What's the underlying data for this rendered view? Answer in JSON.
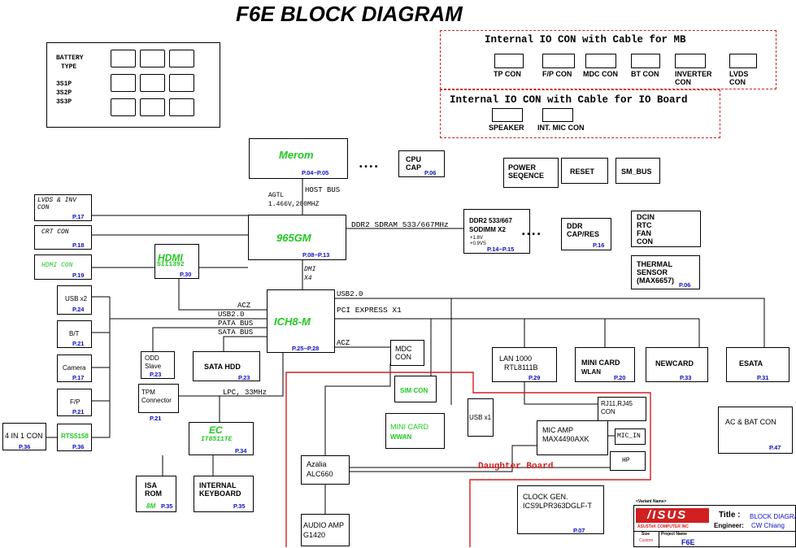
{
  "title": "F6E  BLOCK DIAGRAM",
  "battery": {
    "label1": "BATTERY",
    "label2": "TYPE",
    "types": [
      "3S1P",
      "3S2P",
      "3S3P"
    ]
  },
  "io_mb": {
    "title": "Internal IO CON with Cable for MB",
    "connectors": [
      "TP CON",
      "F/P CON",
      "MDC CON",
      "BT CON",
      "INVERTER CON",
      "LVDS CON"
    ]
  },
  "io_board": {
    "title": "Internal IO CON with Cable for IO Board",
    "connectors": [
      "SPEAKER",
      "INT. MIC CON"
    ]
  },
  "blocks": {
    "merom": {
      "name": "Merom",
      "page": "P.04~P.05"
    },
    "cpu_cap": {
      "name": "CPU CAP",
      "page": "P.06"
    },
    "power_seq": {
      "name": "POWER SEQENCE"
    },
    "reset": {
      "name": "RESET"
    },
    "sm_bus": {
      "name": "SM_BUS"
    },
    "gm965": {
      "name": "965GM",
      "page": "P.08~P.13"
    },
    "ddr2": {
      "line1": "DDR2 533/667",
      "line2": "SODIMM X2",
      "v1": "+1.8V",
      "v2": "+0.9VS",
      "page": "P.14~P.15"
    },
    "ddr_cap": {
      "name": "DDR CAP/RES",
      "page": "P.16"
    },
    "dcin": {
      "lines": [
        "DCIN",
        "RTC",
        "FAN",
        "CON"
      ]
    },
    "thermal": {
      "name": "THERMAL SENSOR (MAX6657)",
      "page": "P.06"
    },
    "lvds_inv": {
      "name": "LVDS & INV CON",
      "page": "P.17"
    },
    "crt": {
      "name": "CRT CON",
      "page": "P.18"
    },
    "hdmi_con": {
      "name": "HDMI CON",
      "page": "P.19"
    },
    "hdmi": {
      "name": "HDMI",
      "chip": "SII1392",
      "page": "P.30"
    },
    "usbx2": {
      "name": "USB x2",
      "page": "P.24"
    },
    "bt": {
      "name": "B/T",
      "page": "P.21"
    },
    "camera": {
      "name": "Camera",
      "page": "P.17"
    },
    "fp": {
      "name": "F/P",
      "page": "P.21"
    },
    "rts": {
      "name": "RTS5158",
      "page": "P.36"
    },
    "in1": {
      "name": "4 IN 1 CON",
      "page": "P.36"
    },
    "ich8": {
      "name": "ICH8-M",
      "page": "P.25~P.28"
    },
    "odd": {
      "name": "ODD Slave",
      "page": "P.23"
    },
    "sata_hdd": {
      "name": "SATA HDD",
      "page": "P.23"
    },
    "tpm": {
      "name": "TPM Connector",
      "page": "P.21"
    },
    "ec": {
      "name": "EC",
      "chip": "IT8511TE",
      "page": "P.34"
    },
    "isa": {
      "name": "ISA ROM",
      "size": "8M",
      "page": "P.35"
    },
    "kbd": {
      "name": "INTERNAL KEYBOARD",
      "page": "P.35"
    },
    "mdc": {
      "name": "MDC CON"
    },
    "lan": {
      "name": "LAN 1000",
      "chip": "RTL8111B",
      "page": "P.29"
    },
    "minicard_wlan": {
      "name": "MINI CARD",
      "sub": "WLAN",
      "page": "P.20"
    },
    "newcard": {
      "name": "NEWCARD",
      "page": "P.33"
    },
    "esata": {
      "name": "ESATA",
      "page": "P.31"
    },
    "sim": {
      "name": "SIM CON"
    },
    "minicard_wwan": {
      "name": "MINI CARD",
      "sub": "WWAN"
    },
    "usbx1": {
      "name": "USB x1"
    },
    "rj": {
      "name": "RJ11,RJ45 CON"
    },
    "mic_amp": {
      "name": "MIC AMP",
      "chip": "MAX4490AXK"
    },
    "mic_in": {
      "name": "MIC_IN"
    },
    "hp": {
      "name": "HP"
    },
    "ac_bat": {
      "name": "AC & BAT CON",
      "page": "P.47"
    },
    "azalia": {
      "name": "Azalia",
      "chip": "ALC660"
    },
    "audio_amp": {
      "name": "AUDIO AMP",
      "chip": "G1420"
    },
    "clock": {
      "name": "CLOCK GEN.",
      "chip": "ICS9LPR363DGLF-T",
      "page": "P.07"
    }
  },
  "buses": {
    "host_bus": "HOST BUS",
    "agtl": "AGTL",
    "agtl_freq": "1.466V,200MHZ",
    "ddr2_sdram": "DDR2 SDRAM 533/667MHz",
    "dmi": "DMI",
    "x4": "X4",
    "acz": "ACZ",
    "usb20": "USB2.0",
    "pata": "PATA BUS",
    "sata": "SATA BUS",
    "usb20_top": "USB2.0",
    "pci_e": "PCI EXPRESS X1",
    "acz2": "ACZ",
    "lpc": "LPC, 33MHz",
    "daughter": "Daughter Board",
    "dots": "• • • •"
  },
  "titleblock": {
    "variant": "<Variant Name>",
    "brand": "/ISUS",
    "company": "ASUSTeK COMPUTER INC",
    "title_label": "Title :",
    "title_value": "BLOCK DIAGRA",
    "engineer_label": "Engineer:",
    "engineer_value": "CW Chiang",
    "size_label": "Size",
    "size_value": "Custom",
    "project_label": "Project Name",
    "project_value": "F6E"
  },
  "colors": {
    "page_ref": "#1010c0",
    "accent_green": "#22c822",
    "daughter_red": "#d02020"
  }
}
